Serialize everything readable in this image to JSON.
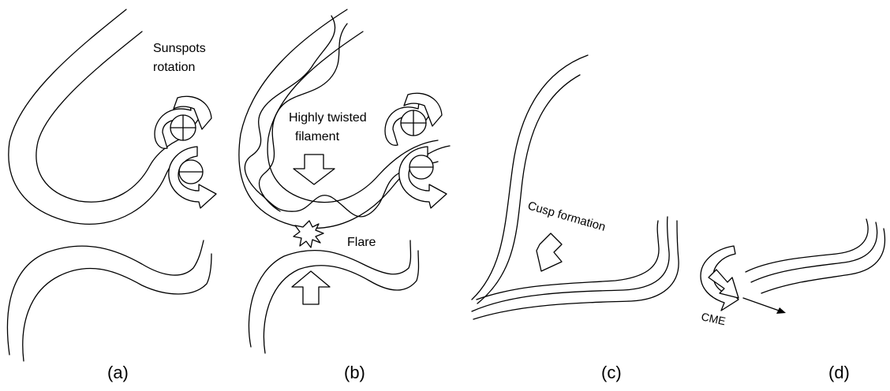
{
  "panels": {
    "a": {
      "caption": "(a)",
      "label": [
        "Sunspots",
        "rotation"
      ]
    },
    "b": {
      "caption": "(b)",
      "filament_label": [
        "Highly twisted",
        "filament"
      ],
      "flare_label": "Flare"
    },
    "c": {
      "caption": "(c)",
      "cusp_label": "Cusp formation"
    },
    "d": {
      "caption": "(d)",
      "cme_label": "CME"
    }
  },
  "icons": [
    "plus-polarity-icon",
    "minus-polarity-icon",
    "rotation-arrow-icon",
    "block-arrow-icon",
    "flare-burst-icon",
    "ejection-arrow-icon"
  ],
  "colors": {
    "stroke": "#000000",
    "background": "#ffffff"
  }
}
